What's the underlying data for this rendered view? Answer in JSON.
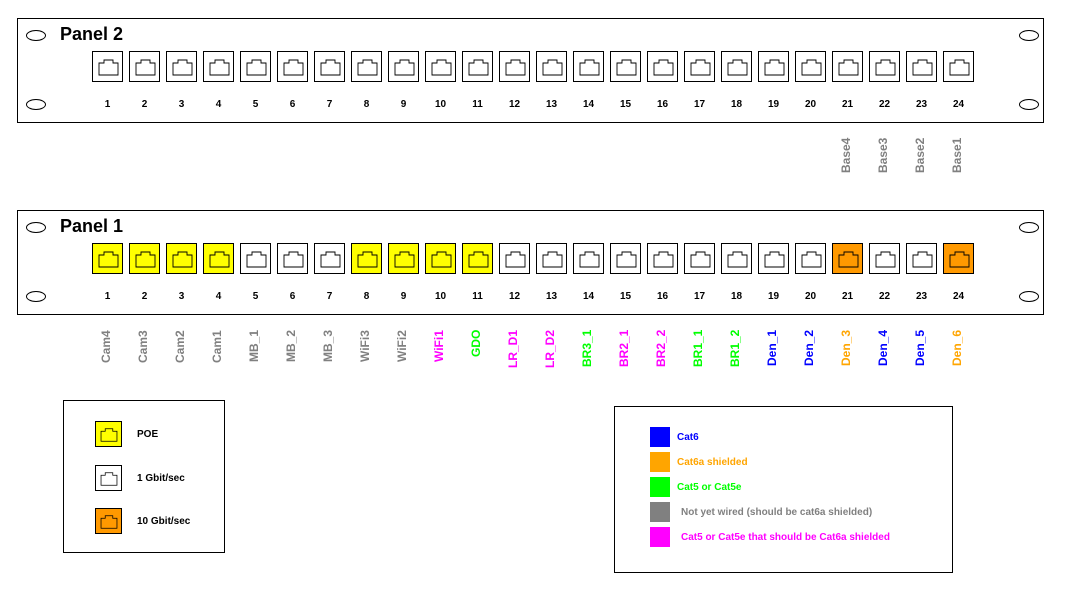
{
  "colors": {
    "poe": "#ffff00",
    "gbit": "#ffffff",
    "tengig": "#ff9900",
    "cat6": "#0000ff",
    "cat6a_shielded": "#ffa500",
    "cat5": "#00ff00",
    "not_wired": "#808080",
    "cat5_should_be_cat6a": "#ff00ff"
  },
  "panel2": {
    "title": "Panel 2",
    "ports": [
      {
        "num": "1",
        "type": "gbit",
        "label": "",
        "cable": ""
      },
      {
        "num": "2",
        "type": "gbit",
        "label": "",
        "cable": ""
      },
      {
        "num": "3",
        "type": "gbit",
        "label": "",
        "cable": ""
      },
      {
        "num": "4",
        "type": "gbit",
        "label": "",
        "cable": ""
      },
      {
        "num": "5",
        "type": "gbit",
        "label": "",
        "cable": ""
      },
      {
        "num": "6",
        "type": "gbit",
        "label": "",
        "cable": ""
      },
      {
        "num": "7",
        "type": "gbit",
        "label": "",
        "cable": ""
      },
      {
        "num": "8",
        "type": "gbit",
        "label": "",
        "cable": ""
      },
      {
        "num": "9",
        "type": "gbit",
        "label": "",
        "cable": ""
      },
      {
        "num": "10",
        "type": "gbit",
        "label": "",
        "cable": ""
      },
      {
        "num": "11",
        "type": "gbit",
        "label": "",
        "cable": ""
      },
      {
        "num": "12",
        "type": "gbit",
        "label": "",
        "cable": ""
      },
      {
        "num": "13",
        "type": "gbit",
        "label": "",
        "cable": ""
      },
      {
        "num": "14",
        "type": "gbit",
        "label": "",
        "cable": ""
      },
      {
        "num": "15",
        "type": "gbit",
        "label": "",
        "cable": ""
      },
      {
        "num": "16",
        "type": "gbit",
        "label": "",
        "cable": ""
      },
      {
        "num": "17",
        "type": "gbit",
        "label": "",
        "cable": ""
      },
      {
        "num": "18",
        "type": "gbit",
        "label": "",
        "cable": ""
      },
      {
        "num": "19",
        "type": "gbit",
        "label": "",
        "cable": ""
      },
      {
        "num": "20",
        "type": "gbit",
        "label": "",
        "cable": ""
      },
      {
        "num": "21",
        "type": "gbit",
        "label": "Base4",
        "cable": "not_wired"
      },
      {
        "num": "22",
        "type": "gbit",
        "label": "Base3",
        "cable": "not_wired"
      },
      {
        "num": "23",
        "type": "gbit",
        "label": "Base2",
        "cable": "not_wired"
      },
      {
        "num": "24",
        "type": "gbit",
        "label": "Base1",
        "cable": "not_wired"
      }
    ]
  },
  "panel1": {
    "title": "Panel 1",
    "ports": [
      {
        "num": "1",
        "type": "poe",
        "label": "Cam4",
        "cable": "not_wired"
      },
      {
        "num": "2",
        "type": "poe",
        "label": "Cam3",
        "cable": "not_wired"
      },
      {
        "num": "3",
        "type": "poe",
        "label": "Cam2",
        "cable": "not_wired"
      },
      {
        "num": "4",
        "type": "poe",
        "label": "Cam1",
        "cable": "not_wired"
      },
      {
        "num": "5",
        "type": "gbit",
        "label": "MB_1",
        "cable": "not_wired"
      },
      {
        "num": "6",
        "type": "gbit",
        "label": "MB_2",
        "cable": "not_wired"
      },
      {
        "num": "7",
        "type": "gbit",
        "label": "MB_3",
        "cable": "not_wired"
      },
      {
        "num": "8",
        "type": "poe",
        "label": "WiFi3",
        "cable": "not_wired"
      },
      {
        "num": "9",
        "type": "poe",
        "label": "WiFi2",
        "cable": "not_wired"
      },
      {
        "num": "10",
        "type": "poe",
        "label": "WiFi1",
        "cable": "cat5_should_be_cat6a"
      },
      {
        "num": "11",
        "type": "poe",
        "label": "GDO",
        "cable": "cat5"
      },
      {
        "num": "12",
        "type": "gbit",
        "label": "LR_D1",
        "cable": "cat5_should_be_cat6a"
      },
      {
        "num": "13",
        "type": "gbit",
        "label": "LR_D2",
        "cable": "cat5_should_be_cat6a"
      },
      {
        "num": "14",
        "type": "gbit",
        "label": "BR3_1",
        "cable": "cat5"
      },
      {
        "num": "15",
        "type": "gbit",
        "label": "BR2_1",
        "cable": "cat5_should_be_cat6a"
      },
      {
        "num": "16",
        "type": "gbit",
        "label": "BR2_2",
        "cable": "cat5_should_be_cat6a"
      },
      {
        "num": "17",
        "type": "gbit",
        "label": "BR1_1",
        "cable": "cat5"
      },
      {
        "num": "18",
        "type": "gbit",
        "label": "BR1_2",
        "cable": "cat5"
      },
      {
        "num": "19",
        "type": "gbit",
        "label": "Den_1",
        "cable": "cat6"
      },
      {
        "num": "20",
        "type": "gbit",
        "label": "Den_2",
        "cable": "cat6"
      },
      {
        "num": "21",
        "type": "tengig",
        "label": "Den_3",
        "cable": "cat6a_shielded"
      },
      {
        "num": "22",
        "type": "gbit",
        "label": "Den_4",
        "cable": "cat6"
      },
      {
        "num": "23",
        "type": "gbit",
        "label": "Den_5",
        "cable": "cat6"
      },
      {
        "num": "24",
        "type": "tengig",
        "label": "Den_6",
        "cable": "cat6a_shielded"
      }
    ]
  },
  "port_legend": [
    {
      "type": "poe",
      "label": "POE"
    },
    {
      "type": "gbit",
      "label": "1 Gbit/sec"
    },
    {
      "type": "tengig",
      "label": "10 Gbit/sec"
    }
  ],
  "cable_legend": [
    {
      "cable": "cat6",
      "label": "Cat6"
    },
    {
      "cable": "cat6a_shielded",
      "label": "Cat6a shielded"
    },
    {
      "cable": "cat5",
      "label": "Cat5 or Cat5e"
    },
    {
      "cable": "not_wired",
      "label": "Not yet wired (should be cat6a shielded)"
    },
    {
      "cable": "cat5_should_be_cat6a",
      "label": "Cat5 or Cat5e that should be Cat6a shielded"
    }
  ]
}
